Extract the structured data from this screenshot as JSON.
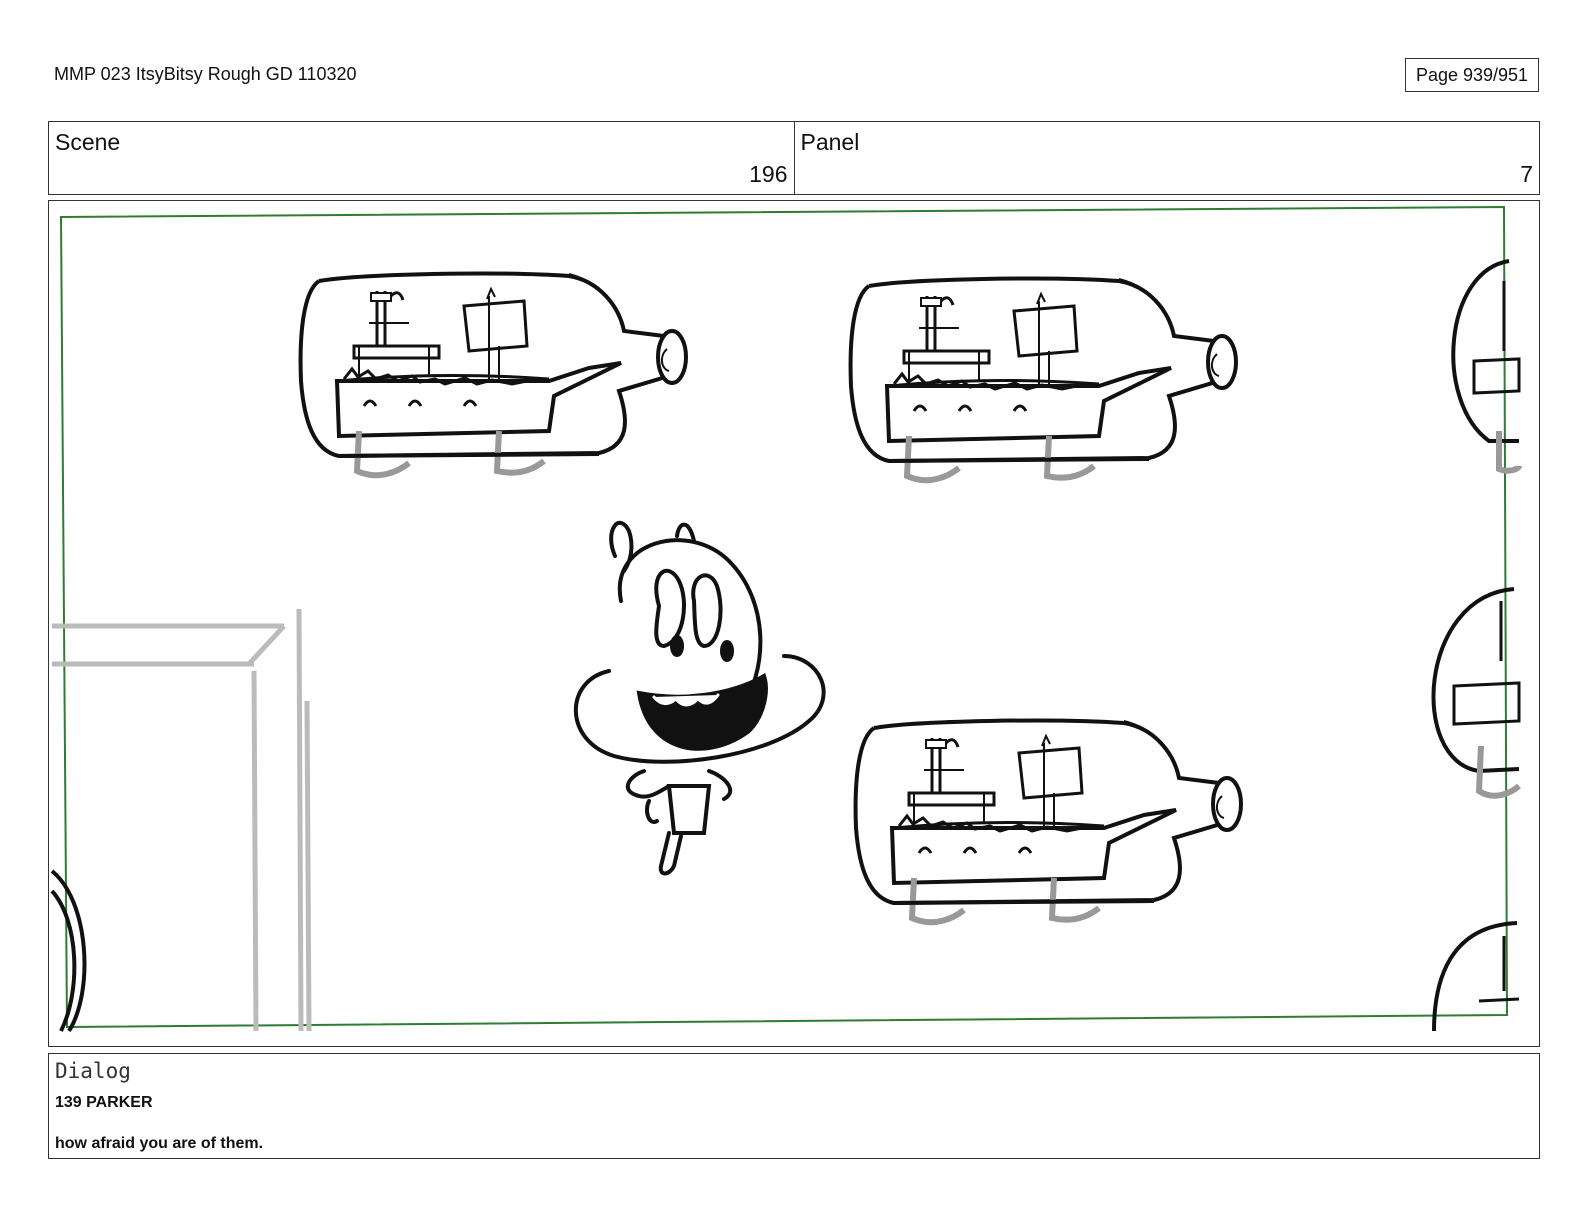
{
  "header": {
    "document_title": "MMP 023 ItsyBitsy Rough GD 110320",
    "page_indicator": "Page 939/951"
  },
  "info": {
    "scene_label": "Scene",
    "scene_value": "196",
    "panel_label": "Panel",
    "panel_value": "7"
  },
  "dialog": {
    "label": "Dialog",
    "speaker": "139 PARKER",
    "line": "how afraid you are of them."
  },
  "colors": {
    "safe_frame": "#2e7d32",
    "ink": "#111111",
    "rough": "#b0b0b0"
  }
}
